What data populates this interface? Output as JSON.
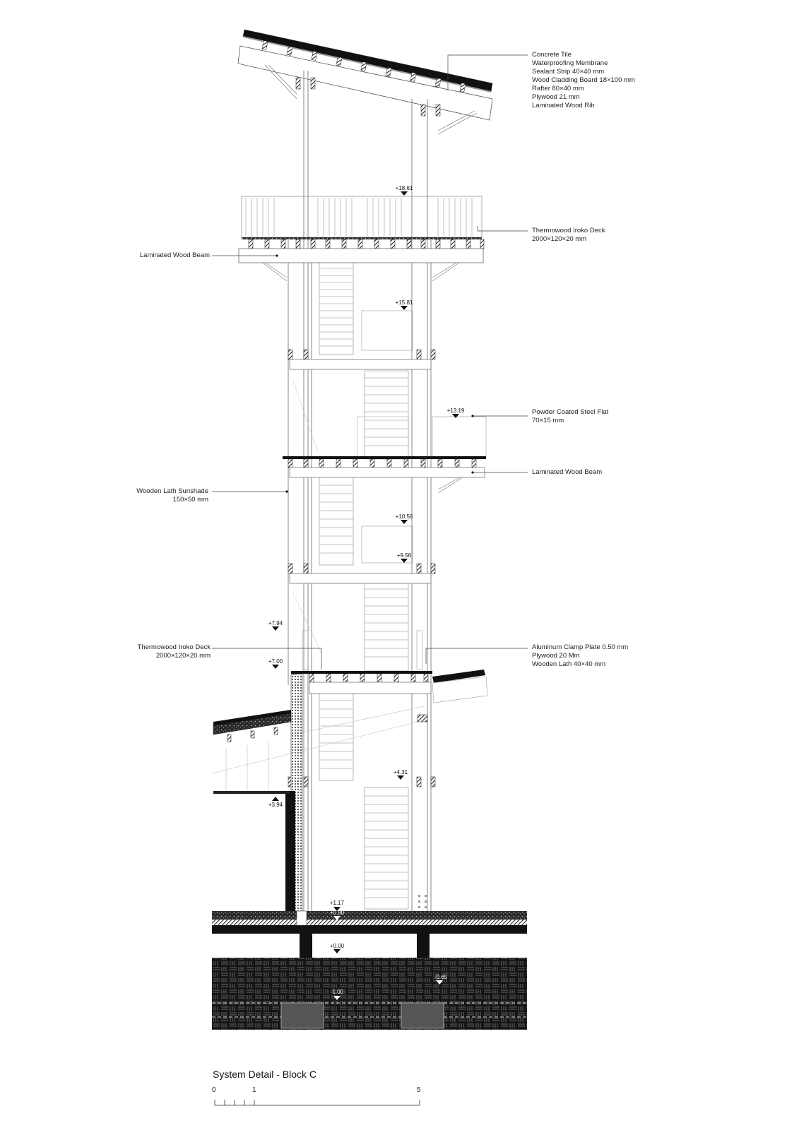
{
  "drawing": {
    "title": "System Detail - Block C",
    "scale_bar": {
      "labels": [
        "0",
        "1",
        "5"
      ]
    }
  },
  "annotations_right": [
    {
      "id": "roof-buildup",
      "lines": [
        "Concrete Tile",
        "Waterproofing Membrane",
        "Sealant Strip  40×40 mm",
        "Wood Cladding Board  18×100 mm",
        "Rafter  80×40 mm",
        "Plywood 21 mm",
        "Laminated Wood Rib"
      ]
    },
    {
      "id": "top-deck",
      "lines": [
        "Thermowood Iroko Deck",
        "2000×120×20 mm"
      ]
    },
    {
      "id": "steel-flat",
      "lines": [
        "Powder Coated Steel Flat",
        "70×15 mm"
      ]
    },
    {
      "id": "mid-beam",
      "lines": [
        "Laminated Wood Beam"
      ]
    },
    {
      "id": "clamp-plate",
      "lines": [
        "Aluminum Clamp Plate  0.50 mm",
        "Plywood  20 Mm",
        "Wooden Lath 40×40 mm"
      ]
    }
  ],
  "annotations_left": [
    {
      "id": "top-beam",
      "lines": [
        "Laminated Wood Beam"
      ]
    },
    {
      "id": "sunshade",
      "lines": [
        "Wooden Lath Sunshade",
        "150×50 mm"
      ]
    },
    {
      "id": "low-deck",
      "lines": [
        "Thermowood Iroko Deck",
        "2000×120×20 mm"
      ]
    }
  ],
  "levels": [
    {
      "value": "+18.61"
    },
    {
      "value": "+15.81"
    },
    {
      "value": "+13.19"
    },
    {
      "value": "+10.56"
    },
    {
      "value": "+9.56"
    },
    {
      "value": "+7.94"
    },
    {
      "value": "+7.00"
    },
    {
      "value": "+4.31"
    },
    {
      "value": "+3.94"
    },
    {
      "value": "+1.17"
    },
    {
      "value": "+0.90"
    },
    {
      "value": "+0.00"
    },
    {
      "value": "-0.65"
    },
    {
      "value": "-1.00"
    }
  ],
  "colors": {
    "ink": "#111111",
    "line": "#555555",
    "hatch": "#333333",
    "ground": "#1a1a1a",
    "paper": "#ffffff"
  }
}
